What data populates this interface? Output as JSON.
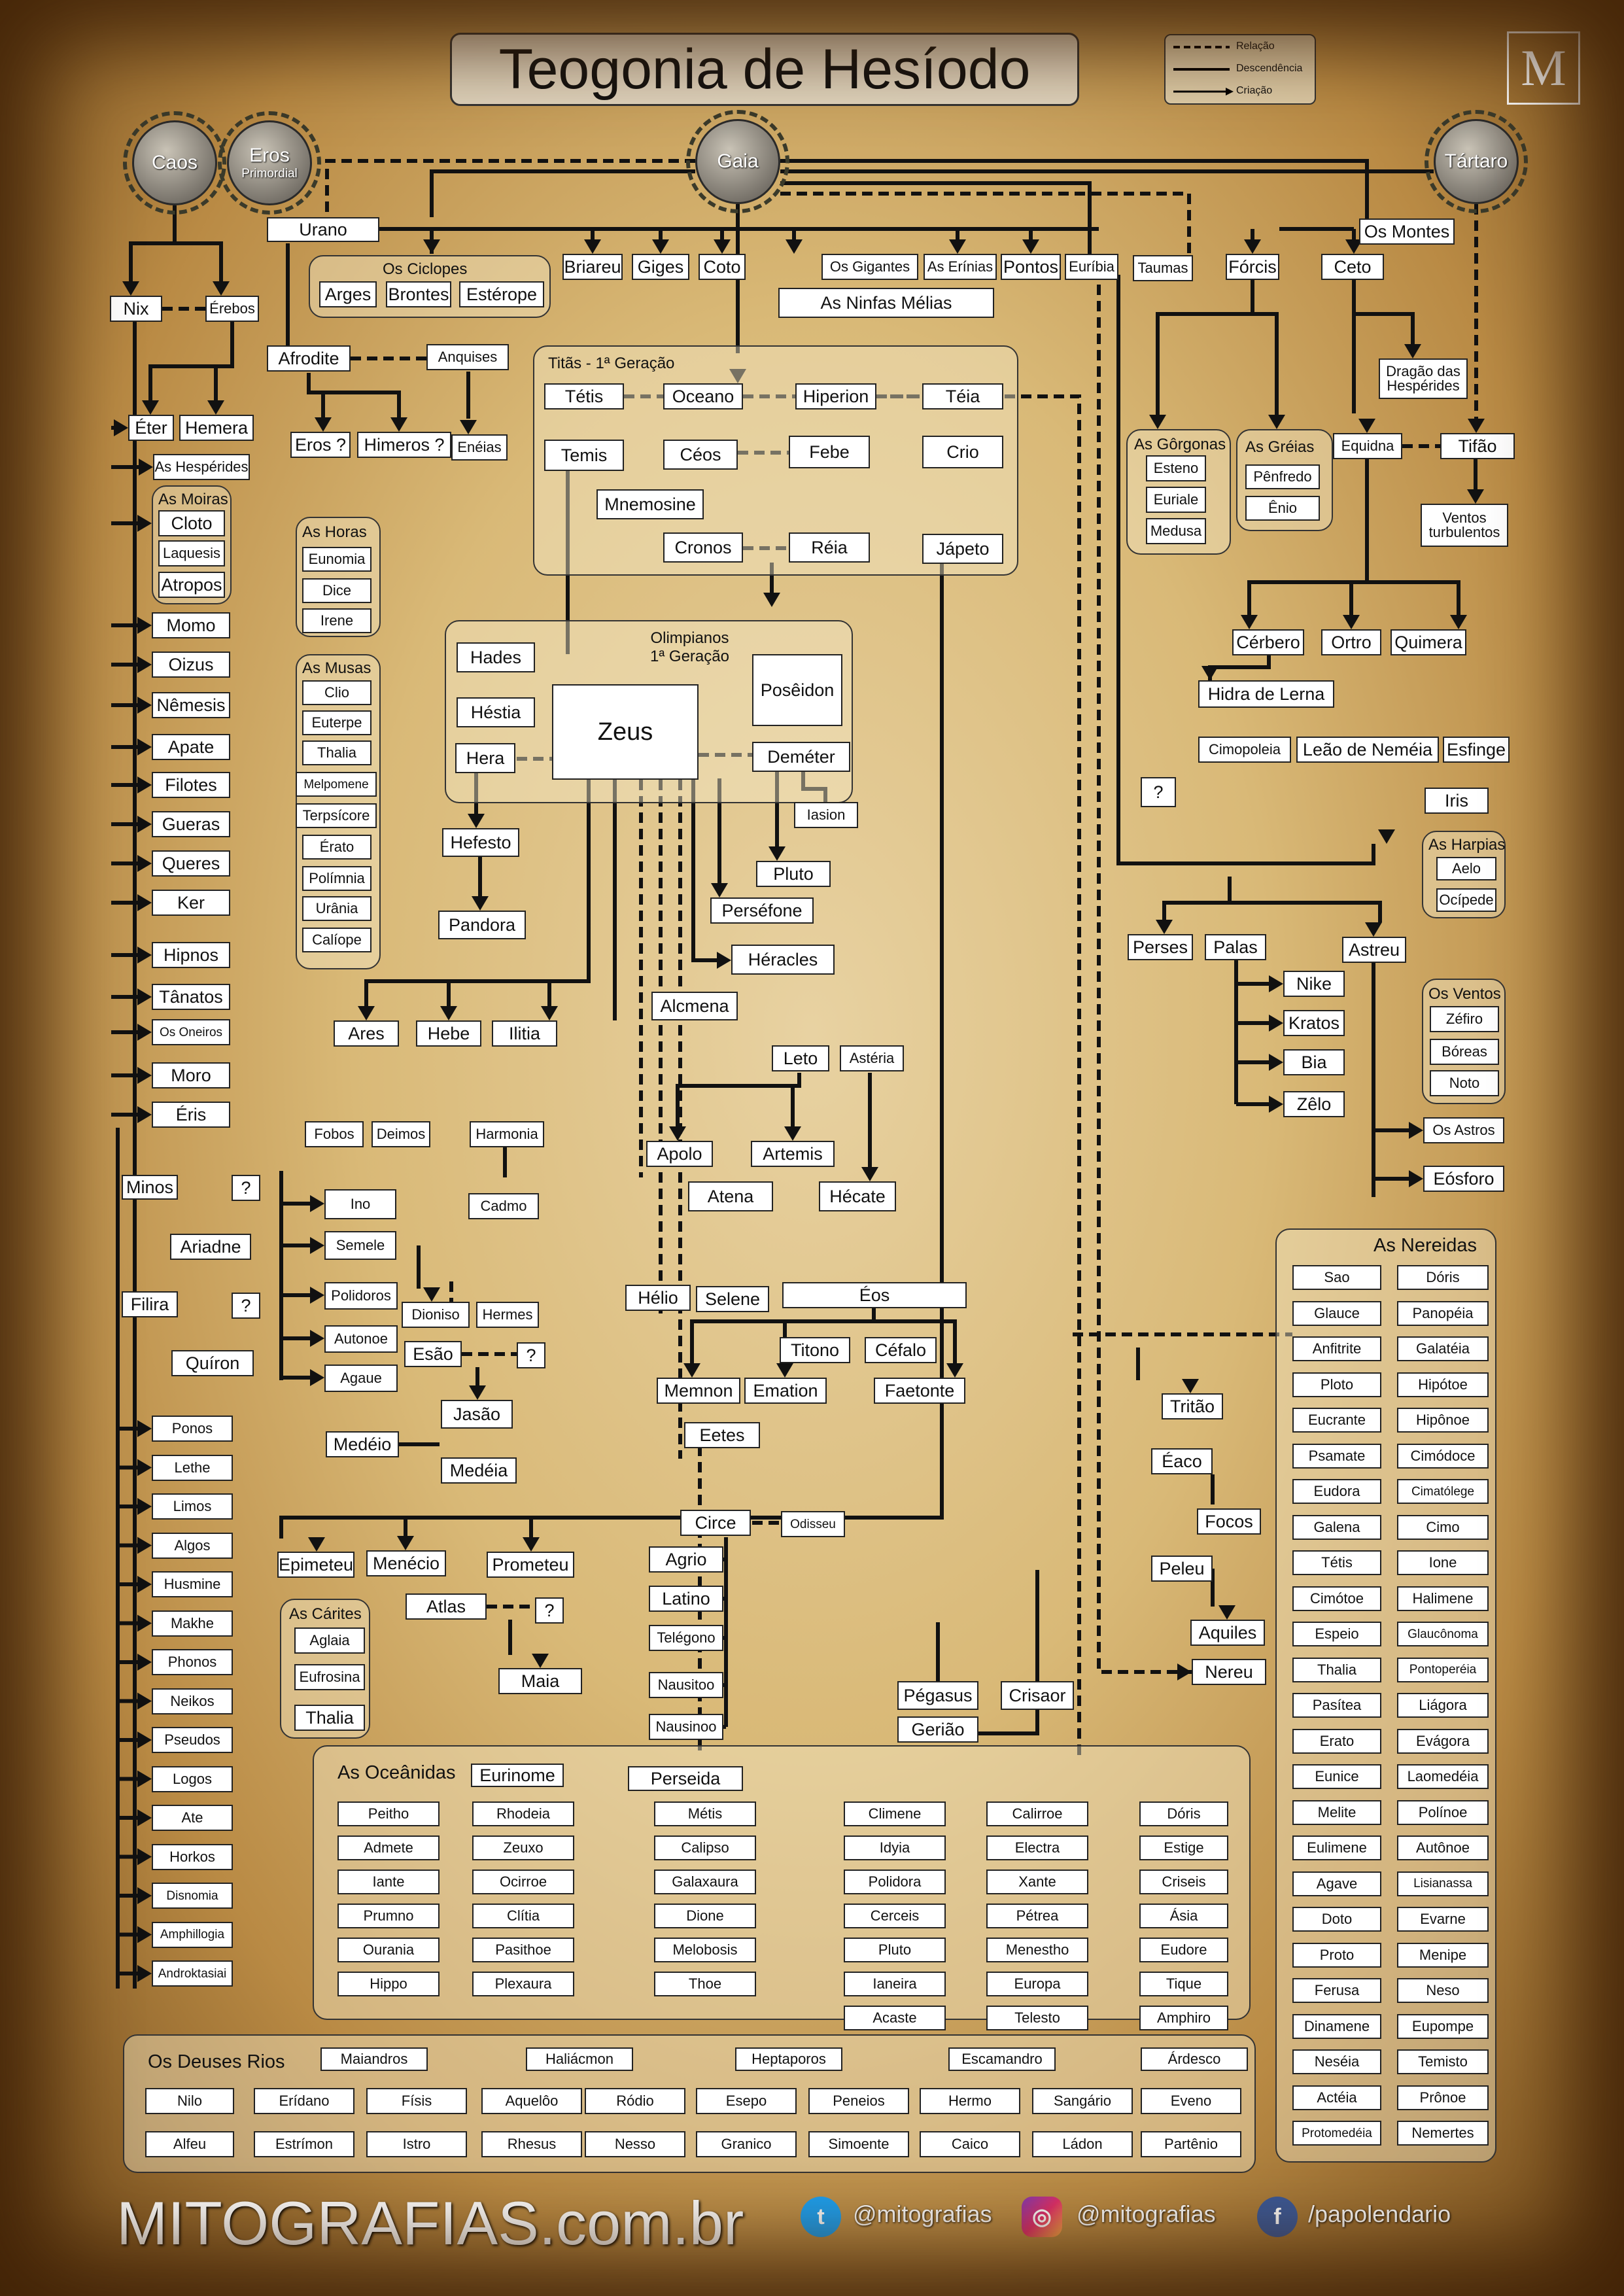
{
  "title": "Teogonia de Hesíodo",
  "legend": {
    "relacao": "Relação",
    "descendencia": "Descendência",
    "criacao": "Criação"
  },
  "logo_icon": "mitografias-logo-icon",
  "primordials": {
    "caos": "Caos",
    "eros": "Eros",
    "eros_sub": "Primordial",
    "gaia": "Gaia",
    "tartaro": "Tártaro"
  },
  "groups": {
    "ciclopes": "Os Ciclopes",
    "titas": "Titãs - 1ª Geração",
    "olimpianos": "Olimpianos\n1ª Geração",
    "gorgonas": "As Gôrgonas",
    "greias": "As Gréias",
    "moiras": "As Moiras",
    "horas": "As Horas",
    "musas": "As Musas",
    "harpias": "As Harpias",
    "ventos": "Os Ventos",
    "nereidas": "As Nereidas",
    "carites": "As Cárites",
    "oceanidas": "As Oceânidas",
    "rios": "Os Deuses Rios"
  },
  "nodes": {
    "urano": "Urano",
    "arges": "Arges",
    "brontes": "Brontes",
    "esterope": "Estérope",
    "briareu": "Briareu",
    "giges": "Giges",
    "coto": "Coto",
    "gigantes": "Os Gigantes",
    "erinias": "As Erínias",
    "pontos_top": "Pontos",
    "euribia": "Euríbia",
    "taumas": "Taumas",
    "forcis": "Fórcis",
    "ceto": "Ceto",
    "montes": "Os Montes",
    "ninfas": "As Ninfas Mélias",
    "nix": "Nix",
    "erebos": "Érebos",
    "afrodite": "Afrodite",
    "anquises": "Anquises",
    "eros2": "Eros ?",
    "himeros": "Himeros ?",
    "eneias": "Enéias",
    "eter": "Éter",
    "hemera": "Hemera",
    "hesperides": "As Hespérides",
    "cloto": "Cloto",
    "laquesis": "Laquesis",
    "atropos": "Atropos",
    "eunomia": "Eunomia",
    "dice": "Dice",
    "irene": "Irene",
    "tetis": "Tétis",
    "oceano": "Oceano",
    "hiperion": "Hiperion",
    "teia": "Téia",
    "temis": "Temis",
    "ceos": "Céos",
    "febe": "Febe",
    "crio": "Crio",
    "mnemosine": "Mnemosine",
    "cronos": "Cronos",
    "reia": "Réia",
    "japeto": "Jápeto",
    "esteno": "Esteno",
    "euriale": "Euriale",
    "medusa": "Medusa",
    "penfredo": "Pênfredo",
    "enio": "Ênio",
    "equidna": "Equidna",
    "tifao": "Tifão",
    "dragao": "Dragão das\nHespérides",
    "ventos_turb": "Ventos\nturbulentos",
    "momo": "Momo",
    "oizus": "Oizus",
    "nemesis": "Nêmesis",
    "apate": "Apate",
    "filotes": "Filotes",
    "gueras": "Gueras",
    "queres": "Queres",
    "ker": "Ker",
    "hipnos": "Hipnos",
    "tanatos": "Tânatos",
    "oneiros": "Os Oneiros",
    "moro": "Moro",
    "eris": "Éris",
    "clio": "Clio",
    "euterpe": "Euterpe",
    "thalia_m": "Thalia",
    "melpomene": "Melpomene",
    "terpsicore": "Terpsícore",
    "erato_m": "Érato",
    "polimnia": "Polímnia",
    "urania": "Urânia",
    "caliope": "Calíope",
    "hades": "Hades",
    "hestia": "Héstia",
    "hera": "Hera",
    "zeus": "Zeus",
    "poseidon": "Posêidon",
    "demeter": "Deméter",
    "cerbero": "Cérbero",
    "ortro": "Ortro",
    "quimera": "Quimera",
    "hidra": "Hidra de Lerna",
    "cimopoleia": "Cimopoleia",
    "leao": "Leão de Neméia",
    "esfinge": "Esfinge",
    "q1": "?",
    "iris": "Iris",
    "aelo": "Aelo",
    "ocipede": "Ocípede",
    "hefesto": "Hefesto",
    "pandora": "Pandora",
    "iasion": "Iasion",
    "pluto_top": "Pluto",
    "persefone": "Perséfone",
    "heracles": "Héracles",
    "alcmena": "Alcmena",
    "perses": "Perses",
    "palas": "Palas",
    "astreu": "Astreu",
    "nike": "Nike",
    "kratos": "Kratos",
    "bia": "Bia",
    "zelo": "Zêlo",
    "zefiro": "Zéfiro",
    "boreas": "Bóreas",
    "noto": "Noto",
    "astros": "Os Astros",
    "eosforo": "Eósforo",
    "ares": "Ares",
    "hebe": "Hebe",
    "ilitia": "Ilitia",
    "leto": "Leto",
    "asteria": "Astéria",
    "fobos": "Fobos",
    "deimos": "Deimos",
    "harmonia": "Harmonia",
    "apolo": "Apolo",
    "artemis": "Artemis",
    "atena": "Atena",
    "hecate": "Hécate",
    "minos": "Minos",
    "q2": "?",
    "ariadne": "Ariadne",
    "filira": "Filira",
    "q3": "?",
    "quiron": "Quíron",
    "ino": "Ino",
    "cadmo": "Cadmo",
    "semele": "Semele",
    "polidoros": "Polidoros",
    "autonoe": "Autonoe",
    "agaue": "Agaue",
    "dioniso": "Dioniso",
    "hermes": "Hermes",
    "esao": "Esão",
    "q4": "?",
    "jasao": "Jasão",
    "medeio": "Medéio",
    "medeia": "Medéia",
    "helio": "Hélio",
    "selene": "Selene",
    "eos": "Éos",
    "titono": "Titono",
    "cefalo": "Céfalo",
    "memnon": "Memnon",
    "emation": "Emation",
    "faetonte": "Faetonte",
    "eetes": "Eetes",
    "tritao": "Tritão",
    "eaco": "Éaco",
    "focos": "Focos",
    "peleu": "Peleu",
    "aquiles": "Aquiles",
    "nereu": "Nereu",
    "epimeteu": "Epimeteu",
    "menecio": "Menécio",
    "prometeu": "Prometeu",
    "atlas": "Atlas",
    "q5": "?",
    "maia": "Maia",
    "circe": "Circe",
    "odisseu": "Odisseu",
    "agrio": "Agrio",
    "latino": "Latino",
    "telegono": "Telégono",
    "nausitoo": "Nausitoo",
    "nausinoo": "Nausinoo",
    "aglaia": "Aglaia",
    "eufrosina": "Eufrosina",
    "thalia_c": "Thalia",
    "pegasus": "Pégasus",
    "crisaor": "Crisaor",
    "geriao": "Gerião",
    "ponos": "Ponos",
    "lethe": "Lethe",
    "limos": "Limos",
    "algos": "Algos",
    "husmine": "Husmine",
    "makhe": "Makhe",
    "phonos": "Phonos",
    "neikos": "Neikos",
    "pseudos": "Pseudos",
    "logos": "Logos",
    "ate": "Ate",
    "horkos": "Horkos",
    "disnomia": "Disnomia",
    "amphillogia": "Amphillogia",
    "androktasiai": "Androktasiai"
  },
  "oceanidas": [
    [
      "Eurinome",
      "Perseida"
    ],
    [
      "Peitho",
      "Rhodeia",
      "Métis",
      "Climene",
      "Calirroe",
      "Dóris"
    ],
    [
      "Admete",
      "Zeuxo",
      "Calipso",
      "Idyia",
      "Electra",
      "Estige"
    ],
    [
      "Iante",
      "Ocirroe",
      "Galaxaura",
      "Polidora",
      "Xante",
      "Criseis"
    ],
    [
      "Prumno",
      "Clítia",
      "Dione",
      "Cerceis",
      "Pétrea",
      "Ásia"
    ],
    [
      "Ourania",
      "Pasithoe",
      "Melobosis",
      "Pluto",
      "Menestho",
      "Eudore"
    ],
    [
      "Hippo",
      "Plexaura",
      "Thoe",
      "Ianeira",
      "Europa",
      "Tique"
    ],
    [
      "Acaste",
      "Telesto",
      "Amphiro"
    ]
  ],
  "nereidas": [
    [
      "Sao",
      "Dóris"
    ],
    [
      "Glauce",
      "Panopéia"
    ],
    [
      "Anfitrite",
      "Galatéia"
    ],
    [
      "Ploto",
      "Hipótoe"
    ],
    [
      "Eucrante",
      "Hipônoe"
    ],
    [
      "Psamate",
      "Cimódoce"
    ],
    [
      "Eudora",
      "Cimatólege"
    ],
    [
      "Galena",
      "Cimo"
    ],
    [
      "Tétis",
      "Ione"
    ],
    [
      "Cimótoe",
      "Halimene"
    ],
    [
      "Espeio",
      "Glaucônoma"
    ],
    [
      "Thalia",
      "Pontoperéia"
    ],
    [
      "Pasítea",
      "Liágora"
    ],
    [
      "Erato",
      "Evágora"
    ],
    [
      "Eunice",
      "Laomedéia"
    ],
    [
      "Melite",
      "Polínoe"
    ],
    [
      "Eulimene",
      "Autônoe"
    ],
    [
      "Agave",
      "Lisianassa"
    ],
    [
      "Doto",
      "Evarne"
    ],
    [
      "Proto",
      "Menipe"
    ],
    [
      "Ferusa",
      "Neso"
    ],
    [
      "Dinamene",
      "Eupompe"
    ],
    [
      "Neséia",
      "Temisto"
    ],
    [
      "Actéia",
      "Prônoe"
    ],
    [
      "Protomedéia",
      "Nemertes"
    ]
  ],
  "rios": [
    [
      "Maiandros",
      "Haliácmon",
      "Heptaporos",
      "Escamandro",
      "Árdesco"
    ],
    [
      "Nilo",
      "Erídano",
      "Físis",
      "Aquelôo",
      "Ródio",
      "Esepo",
      "Peneios",
      "Hermo",
      "Sangário",
      "Eveno"
    ],
    [
      "Alfeu",
      "Estrímon",
      "Istro",
      "Rhesus",
      "Nesso",
      "Granico",
      "Simoente",
      "Caico",
      "Ládon",
      "Partênio"
    ]
  ],
  "footer": {
    "site": "MITOGRAFIAS.com.br",
    "twitter": "@mitografias",
    "instagram": "@mitografias",
    "facebook": "/papolendario",
    "twitter_icon": "twitter-icon",
    "instagram_icon": "instagram-icon",
    "facebook_icon": "facebook-icon"
  }
}
